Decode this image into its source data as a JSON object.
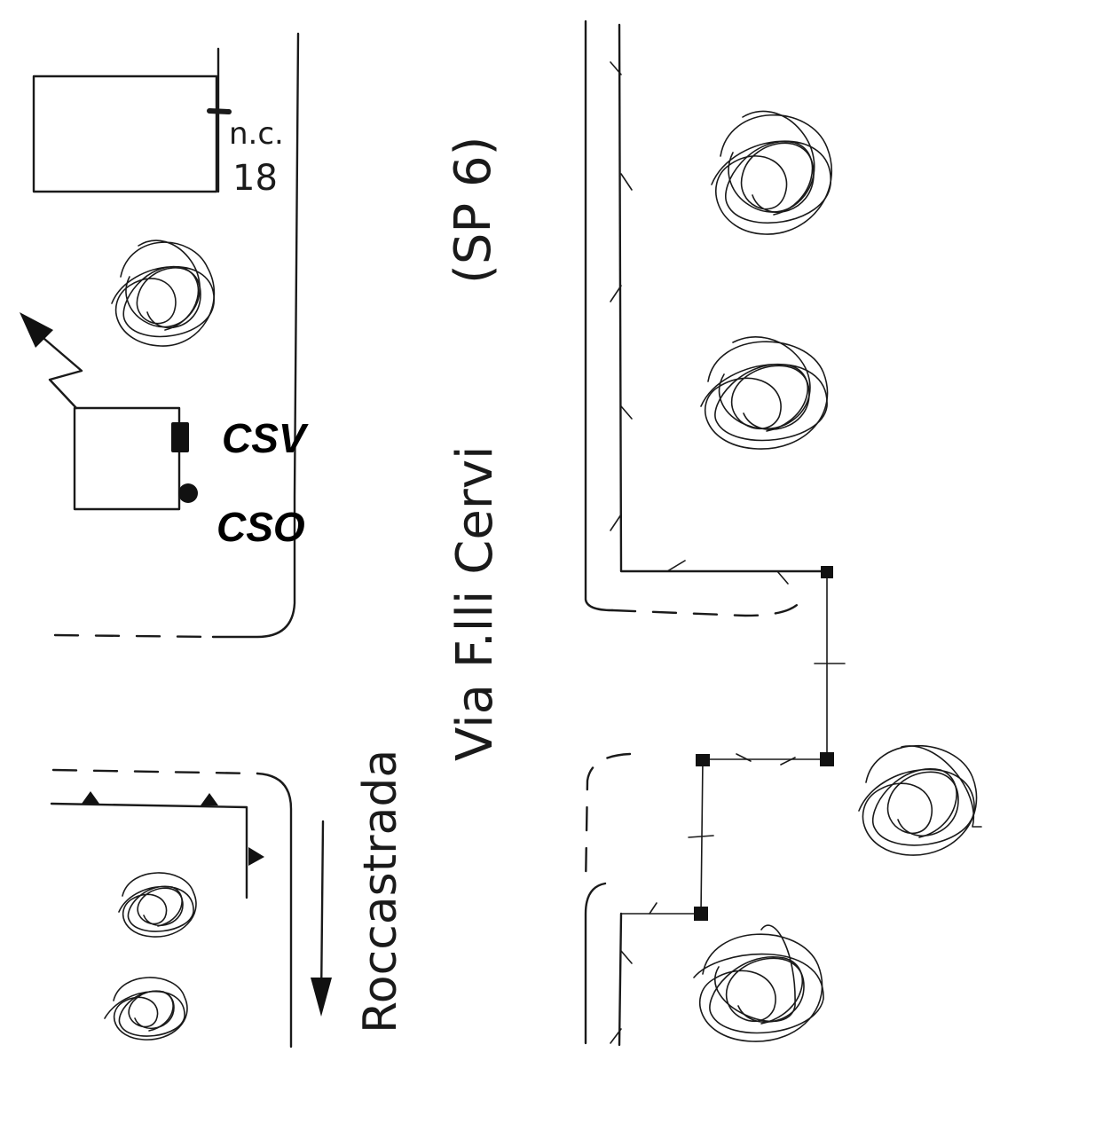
{
  "street": {
    "name": "Via F.lli Cervi",
    "route": "(SP 6)"
  },
  "direction_label": "Roccastrada",
  "house_number": {
    "prefix": "n.c.",
    "number": "18"
  },
  "markers": {
    "csv": "CSV",
    "cso": "CSO"
  },
  "colors": {
    "ink": "#1a1a1a",
    "background": "#ffffff"
  }
}
